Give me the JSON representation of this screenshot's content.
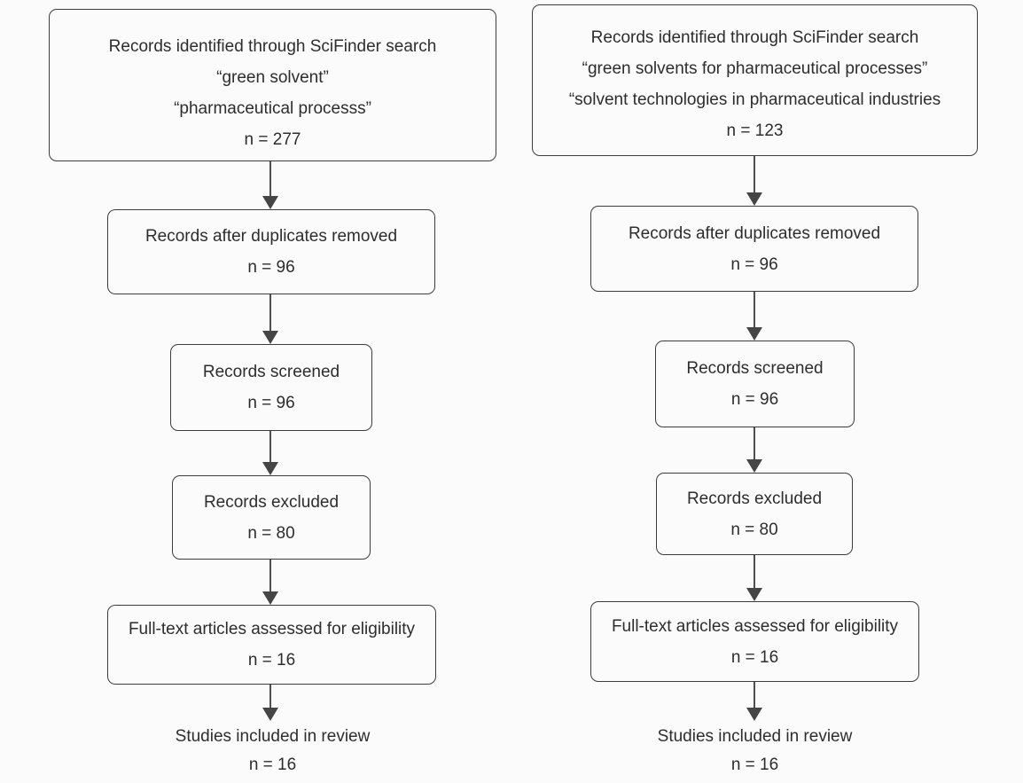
{
  "colors": {
    "background": "#fbfbfb",
    "box_border": "#3c3c3c",
    "text": "#2d2d2d",
    "arrow": "#4f4f4f"
  },
  "flows": {
    "left": {
      "identified": {
        "title": "Records identified through SciFinder search",
        "query1": "“green solvent”",
        "query2": "“pharmaceutical processs”",
        "count": "n = 277"
      },
      "duplicates_removed": {
        "label": "Records after duplicates removed",
        "count": "n = 96"
      },
      "screened": {
        "label": "Records screened",
        "count": "n = 96"
      },
      "excluded": {
        "label": "Records excluded",
        "count": "n = 80"
      },
      "fulltext": {
        "label": "Full-text articles assessed for eligibility",
        "count": "n = 16"
      },
      "included": {
        "label": "Studies included in review",
        "count": "n = 16"
      }
    },
    "right": {
      "identified": {
        "title": "Records identified through SciFinder search",
        "query1": "“green solvents for pharmaceutical processes”",
        "query2": "“solvent technologies in pharmaceutical industries",
        "count": "n = 123"
      },
      "duplicates_removed": {
        "label": "Records after duplicates removed",
        "count": "n = 96"
      },
      "screened": {
        "label": "Records screened",
        "count": "n = 96"
      },
      "excluded": {
        "label": "Records excluded",
        "count": "n = 80"
      },
      "fulltext": {
        "label": "Full-text articles assessed for eligibility",
        "count": "n = 16"
      },
      "included": {
        "label": "Studies included in review",
        "count": "n = 16"
      }
    }
  }
}
